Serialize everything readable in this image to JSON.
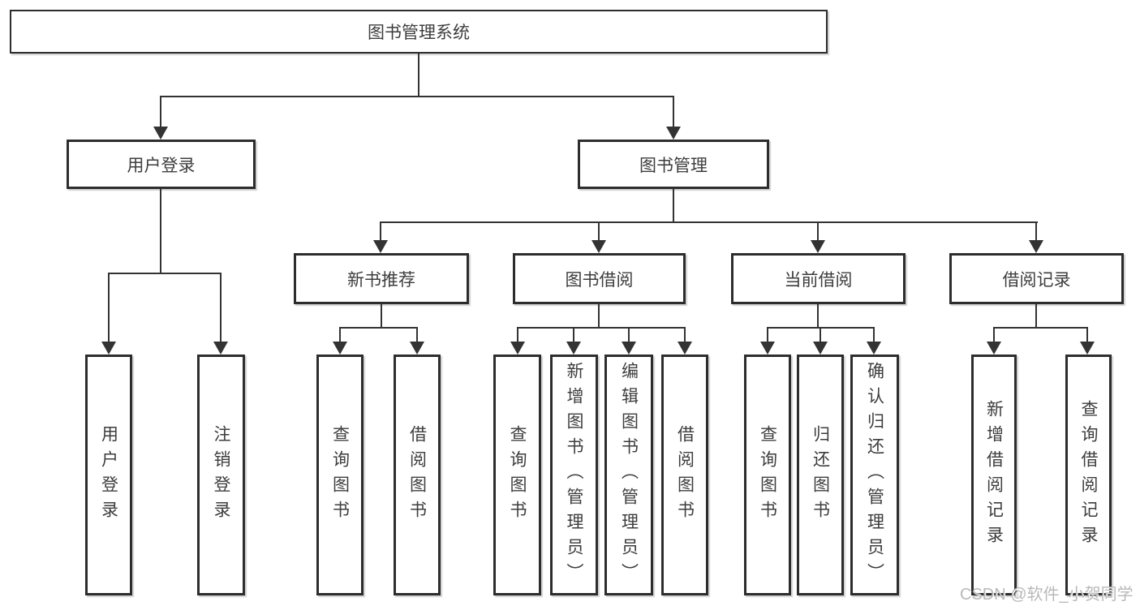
{
  "diagram": {
    "root": {
      "label": "图书管理系统"
    },
    "branches": [
      {
        "label": "用户登录",
        "children": [
          {
            "label": "用户登录"
          },
          {
            "label": "注销登录"
          }
        ]
      },
      {
        "label": "图书管理",
        "children": [
          {
            "label": "新书推荐",
            "children": [
              {
                "label": "查询图书"
              },
              {
                "label": "借阅图书"
              }
            ]
          },
          {
            "label": "图书借阅",
            "children": [
              {
                "label": "查询图书"
              },
              {
                "label": "新增图书（管理员）"
              },
              {
                "label": "编辑图书（管理员）"
              },
              {
                "label": "借阅图书"
              }
            ]
          },
          {
            "label": "当前借阅",
            "children": [
              {
                "label": "查询图书"
              },
              {
                "label": "归还图书"
              },
              {
                "label": "确认归还（管理员）"
              }
            ]
          },
          {
            "label": "借阅记录",
            "children": [
              {
                "label": "新增借阅记录"
              },
              {
                "label": "查询借阅记录"
              }
            ]
          }
        ]
      }
    ]
  },
  "watermark": {
    "text": "CSDN @软件_小贺同学"
  },
  "colors": {
    "line": "#333333",
    "box_border": "#2d2d2d",
    "text": "#3d3d3d",
    "watermark": "#b9b9b9",
    "background": "#ffffff"
  }
}
